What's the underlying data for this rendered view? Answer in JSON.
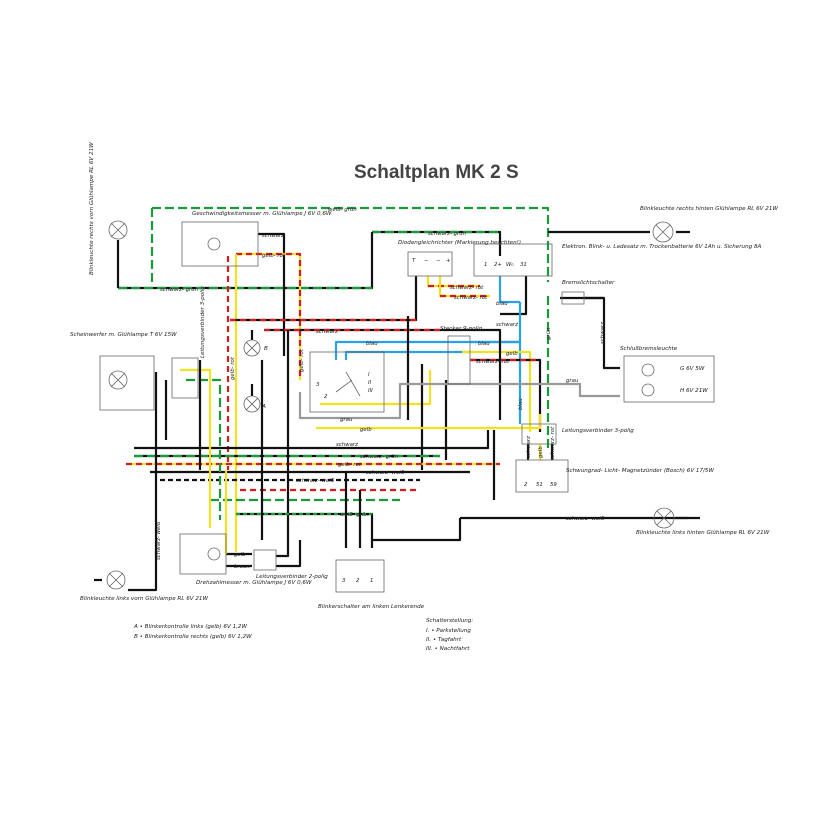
{
  "title": "Schaltplan MK 2 S",
  "components": {
    "blinker_front_right": "Blinkleuchte rechts vorn Glühlampe RL 6V 21W",
    "tachometer": "Geschwindigkeitsmesser m. Glühlampe J 6V 0,6W",
    "diode_rectifier": "Diodengleichrichter (Markierung beachten!)",
    "charger_unit": "Elektron. Blink- u. Ladesatz m. Trockenbatterie 6V 1Ah u. Sicherung 8A",
    "blinker_rear_right": "Blinkleuchte rechts hinten Glühlampe RL 6V 21W",
    "headlight": "Scheinwerfer m. Glühlampe T 6V 15W",
    "connector_3pin_left": "Leitungsverbinder 3-polig",
    "plug_9pin": "Stecker 9-polig",
    "brake_switch": "Bremslichtschalter",
    "tail_brake_light": "Schlußbremsleuchte",
    "tail_bulb_1": "G 6V 5W",
    "tail_bulb_2": "H 6V 21W",
    "connector_3pin_right": "Leitungsverbinder 3-polig",
    "magneto": "Schwungrad- Licht- Magnetzünder (Bosch) 6V 17/5W",
    "blinker_rear_left": "Blinkleuchte links hinten Glühlampe RL 6V 21W",
    "blinker_front_left": "Blinkleuchte links vorn Glühlampe RL 6V 21W",
    "rev_counter": "Drehzahlmesser m. Glühlampe J 6V 0,6W",
    "connector_2pin": "Leitungsverbinder 2-polig",
    "blinker_switch": "Blinkerschalter am linken Lenkerende",
    "lamp_a": "A",
    "lamp_b": "B"
  },
  "pins": {
    "diode": [
      "T",
      "−",
      "−",
      "+"
    ],
    "charger": [
      "1",
      "2+",
      "W₀",
      "31"
    ],
    "magneto": [
      "2",
      "51",
      "59"
    ],
    "switch": [
      "3",
      "2",
      "1"
    ],
    "ignition": [
      "3",
      "2",
      "I",
      "II",
      "III"
    ]
  },
  "wire_labels": {
    "weiss_gruen": "weiß- grün",
    "schwarz_gruen": "schwarz- grün",
    "schwarz": "schwarz",
    "gelb_rot": "gelb- rot",
    "gelb": "gelb",
    "blau": "blau",
    "grau": "grau",
    "braun": "braun",
    "rot": "rot",
    "schwarz_rot": "schwarz- rot",
    "schwarz_weiss": "schwarz- weiß",
    "gruen": "grün"
  },
  "legend": {
    "title": "Schalterstellung:",
    "items": [
      "I. • Parkstellung",
      "II. • Tagfahrt",
      "III. • Nachtfahrt"
    ]
  },
  "notes": [
    "A • Blinkerkontrolle links (gelb) 6V 1,2W",
    "B • Blinkerkontrolle rechts (gelb) 6V 1,2W"
  ]
}
